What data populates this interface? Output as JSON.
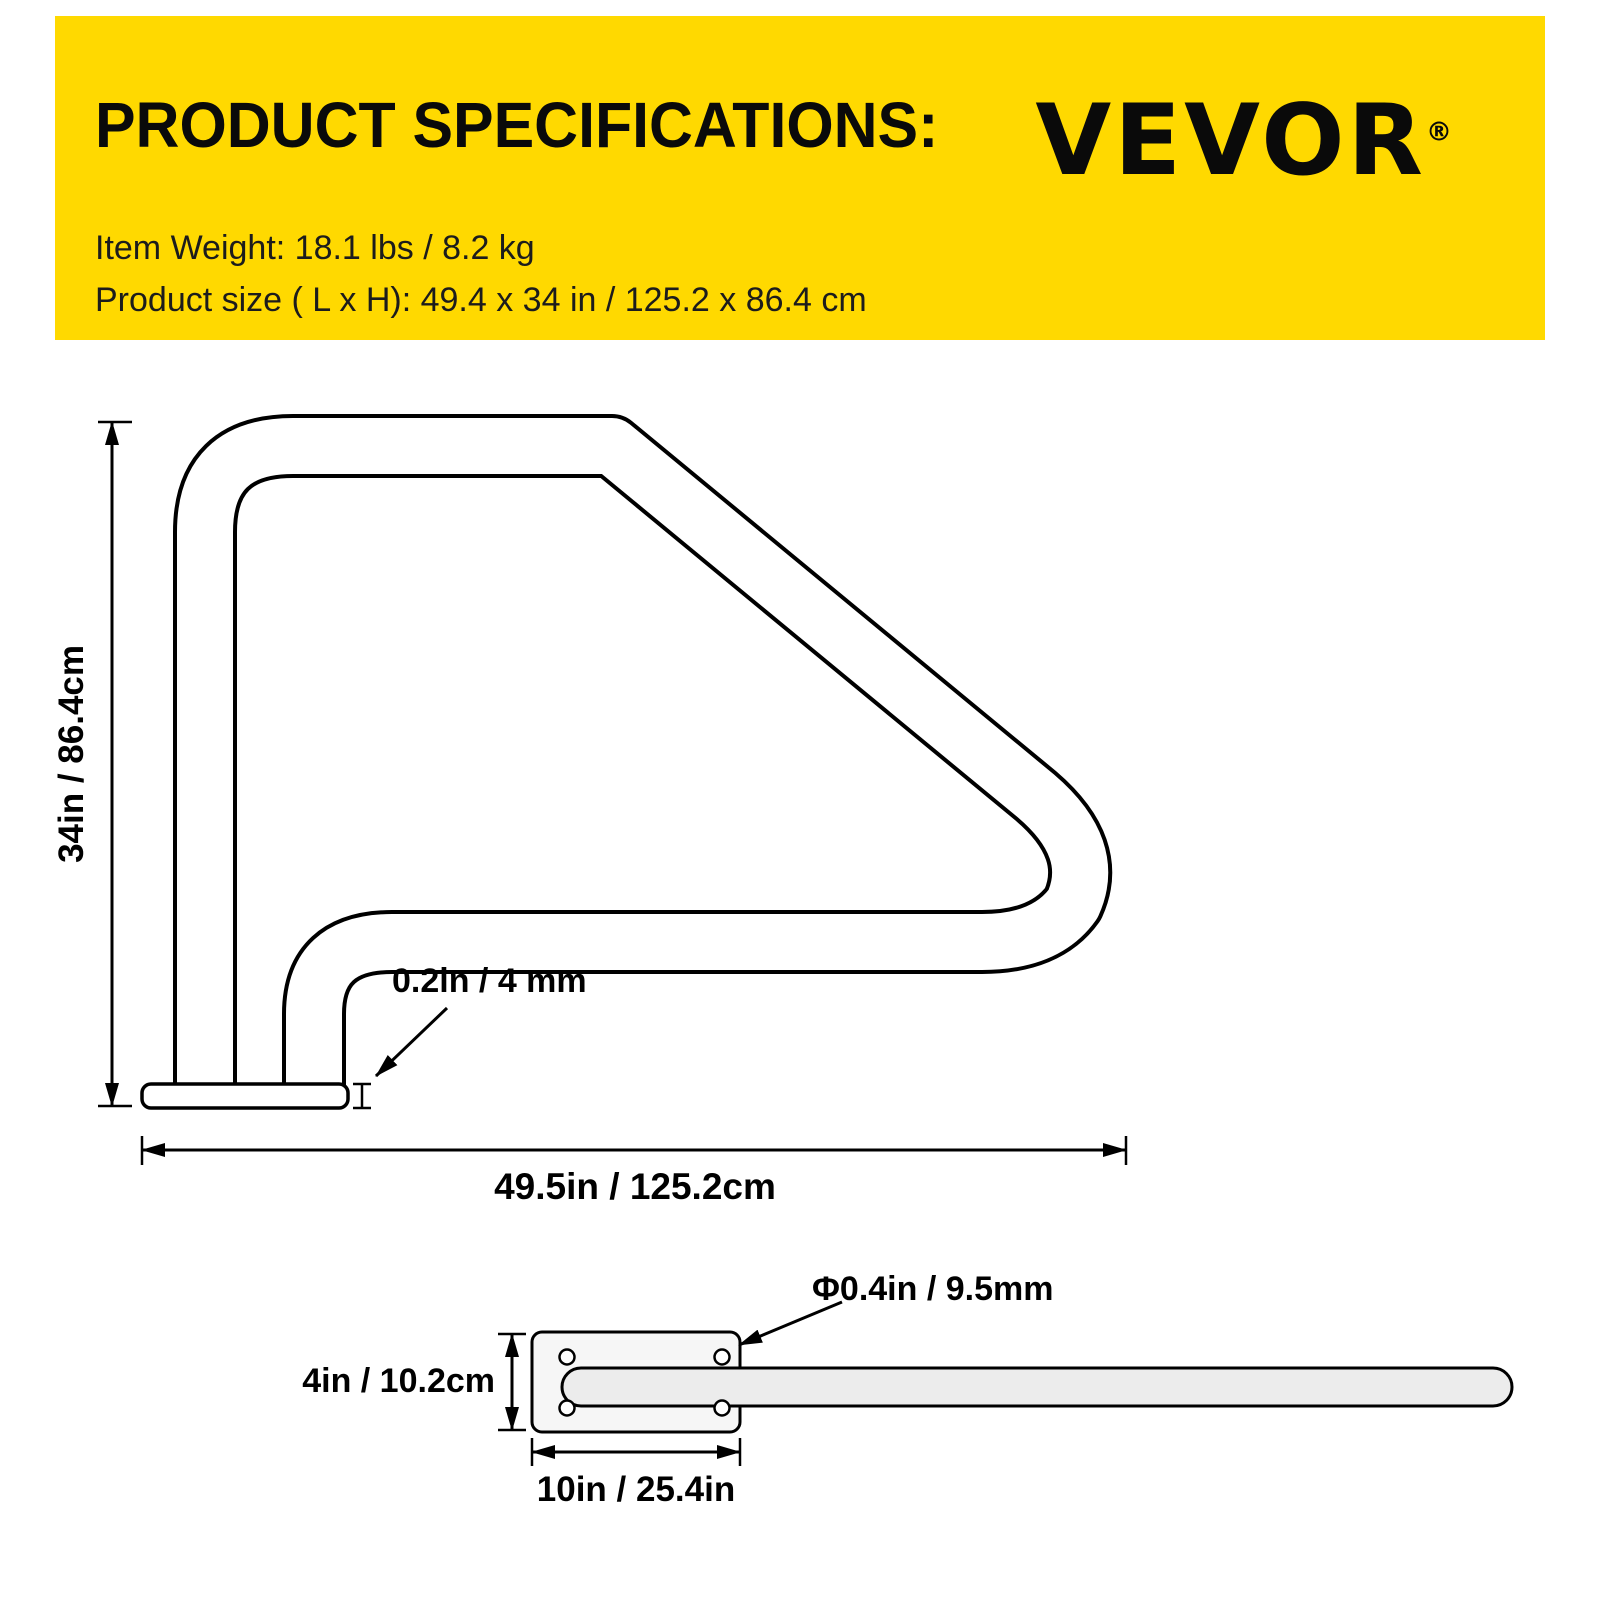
{
  "colors": {
    "banner": "#ffd900",
    "line": "#000000"
  },
  "header": {
    "title": "PRODUCT SPECIFICATIONS:",
    "brand": "VEVOR",
    "registered_mark": "®",
    "specs": [
      "Item Weight: 18.1 lbs / 8.2 kg",
      "Product size ( L x H): 49.4 x 34 in / 125.2 x 86.4 cm"
    ]
  },
  "side_view": {
    "height_label": "34in / 86.4cm",
    "width_label": "49.5in / 125.2cm",
    "base_thickness_label": "0.2in / 4 mm"
  },
  "top_view": {
    "hole_diameter_label": "Φ0.4in / 9.5mm",
    "plate_width_label": "4in / 10.2cm",
    "plate_length_label": "10in / 25.4in"
  }
}
